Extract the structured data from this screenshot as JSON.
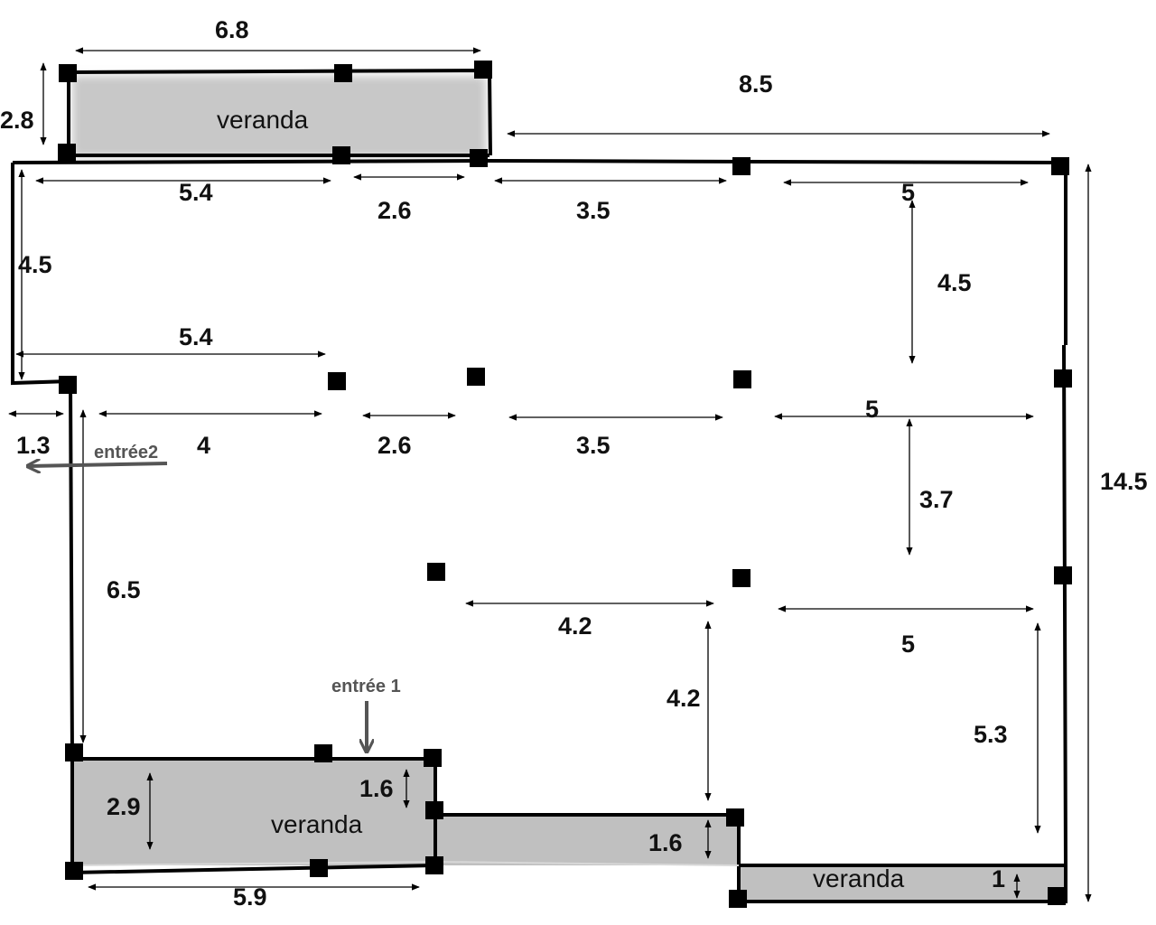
{
  "veranda_label": "veranda",
  "entries": {
    "entry1": "entrée 1",
    "entry2": "entrée2"
  },
  "colors": {
    "wall": "#000000",
    "veranda_fill": "#c0c0c0",
    "entry_arrow": "#555555"
  },
  "dimensions": {
    "top_veranda_width": "6.8",
    "top_veranda_depth": "2.8",
    "top_right_span": "8.5",
    "row1_left": "5.4",
    "row1_gap": "2.6",
    "row1_mid": "3.5",
    "row1_right": "5",
    "left_wing_depth": "4.5",
    "right_col1": "4.5",
    "row2_left": "5.4",
    "row3_offset": "1.3",
    "row3_a": "4",
    "row3_b": "2.6",
    "row3_c": "3.5",
    "row3_d": "5",
    "right_col2": "3.7",
    "total_depth": "14.5",
    "left_col": "6.5",
    "row4_mid": "4.2",
    "row4_right": "5",
    "mid_col": "4.2",
    "right_col3": "5.3",
    "bl_veranda_depth": "2.9",
    "bl_veranda_step": "1.6",
    "mid_veranda_depth": "1.6",
    "br_veranda_depth": "1",
    "bottom_width": "5.9"
  }
}
